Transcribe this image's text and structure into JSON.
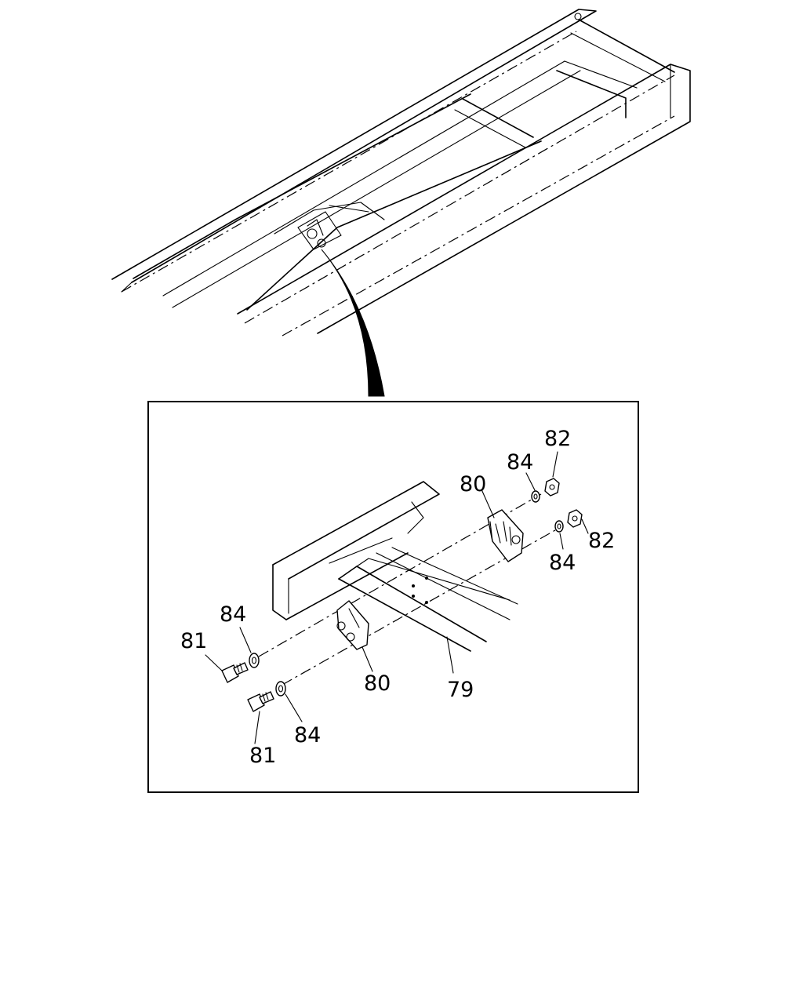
{
  "callouts": {
    "c79": "79",
    "c80_upper": "80",
    "c80_lower": "80",
    "c81_upper": "81",
    "c81_lower": "81",
    "c82_upper": "82",
    "c82_lower": "82",
    "c84_upper_right": "84",
    "c84_lower_right": "84",
    "c84_upper_left": "84",
    "c84_lower_left": "84"
  }
}
